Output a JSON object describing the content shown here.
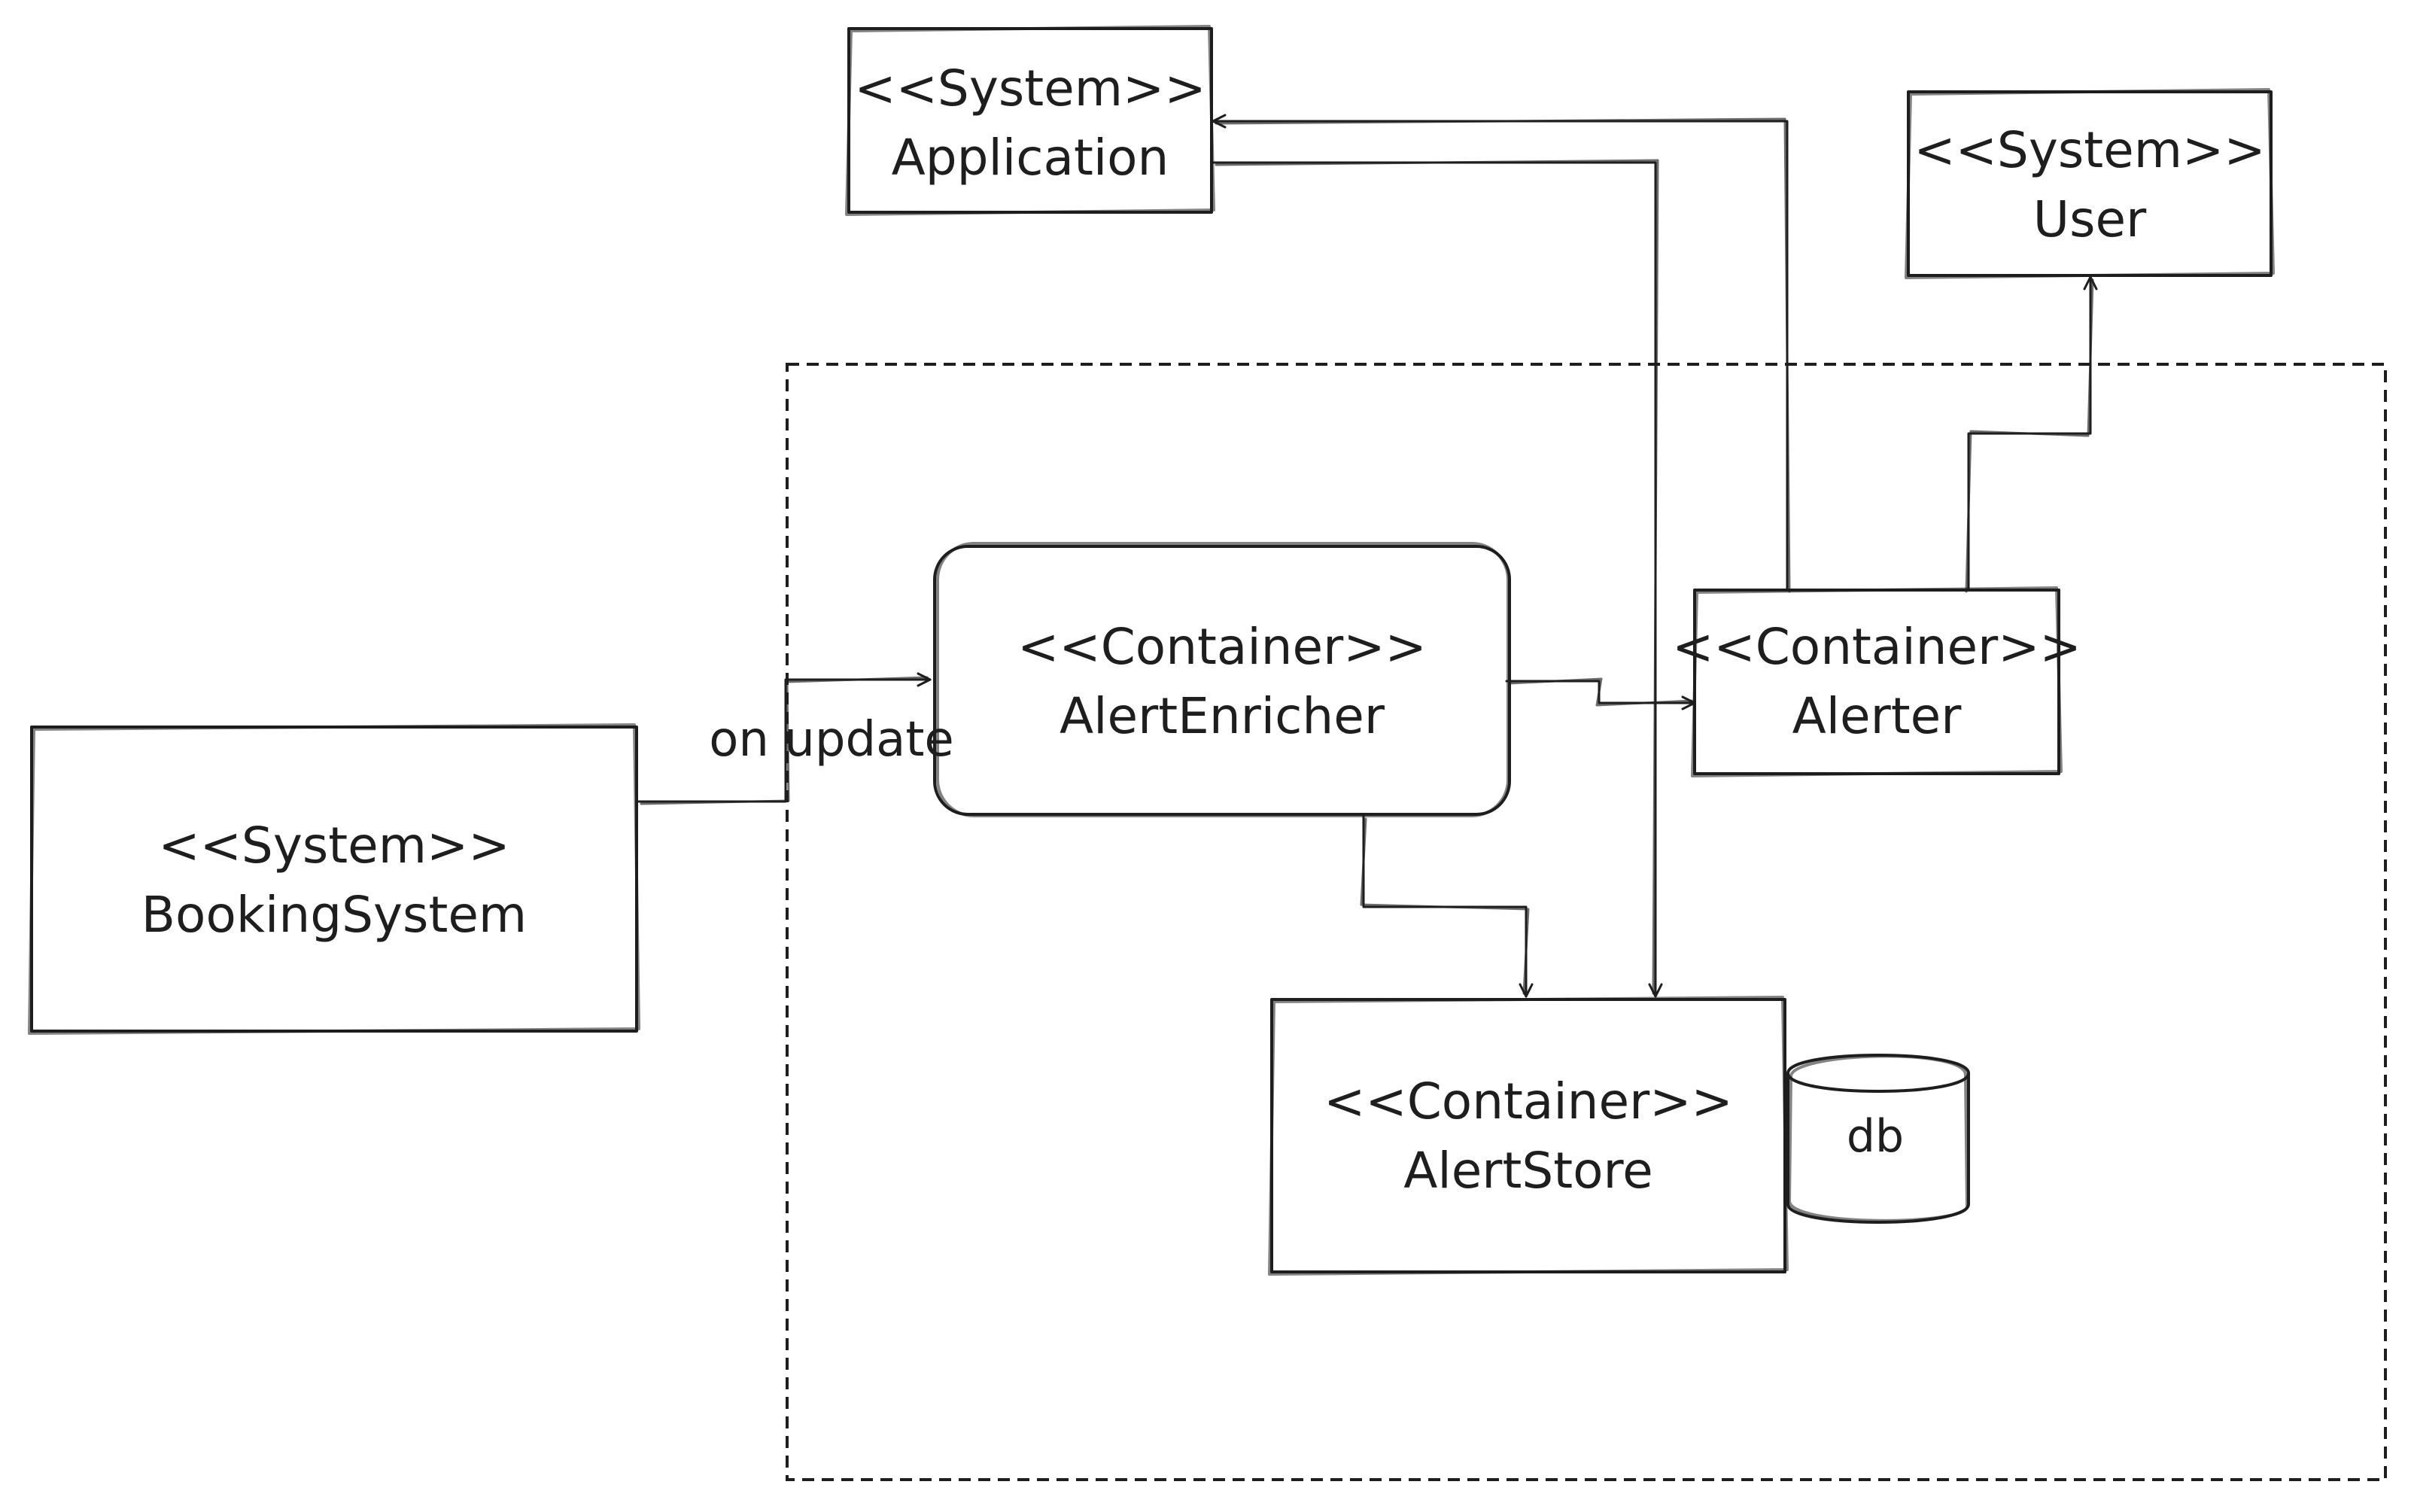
{
  "diagram": {
    "nodes": {
      "application": {
        "stereotype": "<<System>>",
        "name": "Application"
      },
      "user": {
        "stereotype": "<<System>>",
        "name": "User"
      },
      "booking_system": {
        "stereotype": "<<System>>",
        "name": "BookingSystem"
      },
      "alert_enricher": {
        "stereotype": "<<Container>>",
        "name": "AlertEnricher"
      },
      "alerter": {
        "stereotype": "<<Container>>",
        "name": "Alerter"
      },
      "alert_store": {
        "stereotype": "<<Container>>",
        "name": "AlertStore"
      }
    },
    "database": {
      "label": "db"
    },
    "edges": [
      {
        "from": "booking_system",
        "to": "alert_enricher",
        "label": "on update"
      },
      {
        "from": "alert_enricher",
        "to": "alerter",
        "label": ""
      },
      {
        "from": "alert_enricher",
        "to": "alert_store",
        "label": ""
      },
      {
        "from": "alerter",
        "to": "application",
        "label": ""
      },
      {
        "from": "application",
        "to": "alert_store",
        "label": ""
      },
      {
        "from": "alerter",
        "to": "user",
        "label": ""
      }
    ]
  }
}
